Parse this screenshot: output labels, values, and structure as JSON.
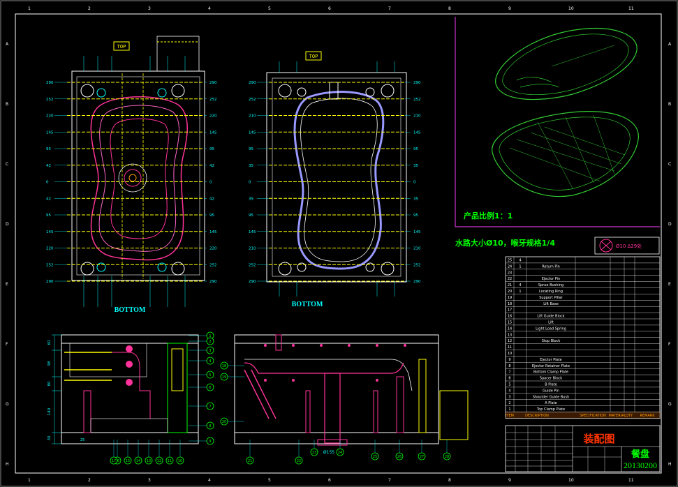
{
  "colors": {
    "background": "#000000",
    "frame": "#ffffff",
    "water": "#ffff00",
    "dim": "#00ffff",
    "cavity": "#ff3399",
    "core": "#00ff00",
    "part3d": "#33cc33",
    "note": "#00ff00",
    "magenta": "#cc33cc",
    "title_red": "#ff3300",
    "drawing_no": "#00ff00"
  },
  "border": {
    "top_cols": [
      "1",
      "2",
      "3",
      "4",
      "5",
      "6",
      "7",
      "8",
      "9",
      "10",
      "11"
    ],
    "rows": [
      "A",
      "B",
      "C",
      "D",
      "E",
      "F",
      "G",
      "H"
    ]
  },
  "top_view": {
    "top_label": "TOP",
    "bottom_label": "BOTTOM",
    "left_dims": [
      "290",
      "252",
      "220",
      "145",
      "95",
      "42",
      "0",
      "42",
      "95",
      "145",
      "220",
      "252",
      "290"
    ],
    "right_dims": [
      "290",
      "252",
      "220",
      "145",
      "95",
      "42",
      "0",
      "42",
      "95",
      "145",
      "220",
      "252",
      "290"
    ]
  },
  "core_view": {
    "top_label": "TOP",
    "bottom_label": "BOTTOM",
    "left_dims": [
      "290",
      "252",
      "210",
      "145",
      "95",
      "35",
      "0",
      "35",
      "95",
      "145",
      "210",
      "252",
      "290"
    ],
    "right_dims": [
      "290",
      "252",
      "210",
      "145",
      "95",
      "35",
      "0",
      "35",
      "95",
      "145",
      "210",
      "252",
      "290"
    ]
  },
  "section_left": {
    "dims": [
      "60",
      "98",
      "80",
      "140",
      "30",
      "25"
    ],
    "bubbles": [
      "1",
      "2",
      "3",
      "4",
      "5",
      "6",
      "7",
      "8",
      "9",
      "10",
      "11",
      "12",
      "13",
      "14",
      "15",
      "16",
      "17"
    ]
  },
  "section_right": {
    "bubbles": [
      "18",
      "19",
      "20",
      "21",
      "22",
      "23",
      "24",
      "25",
      "26",
      "27",
      "28"
    ],
    "dim_bottom": "Ø155"
  },
  "notes": {
    "scale": "产品比例1：1",
    "water": "水路大小Ø10，喉牙规格1/4",
    "symbol_text": "Ø10  ∆29处"
  },
  "bom": {
    "rows": [
      {
        "no": "25",
        "qty": "4",
        "name": ""
      },
      {
        "no": "24",
        "qty": "1",
        "name": "Return Pin"
      },
      {
        "no": "23",
        "qty": "",
        "name": ""
      },
      {
        "no": "22",
        "qty": "",
        "name": "Ejector Pin"
      },
      {
        "no": "21",
        "qty": "4",
        "name": "Sprue Bushing"
      },
      {
        "no": "20",
        "qty": "1",
        "name": "Locating Ring"
      },
      {
        "no": "19",
        "qty": "",
        "name": "Support Pillar"
      },
      {
        "no": "18",
        "qty": "",
        "name": "Lift Base"
      },
      {
        "no": "17",
        "qty": "",
        "name": ""
      },
      {
        "no": "16",
        "qty": "",
        "name": "Lift Guide Block"
      },
      {
        "no": "15",
        "qty": "",
        "name": "Lift"
      },
      {
        "no": "14",
        "qty": "",
        "name": "Light Load Spring"
      },
      {
        "no": "13",
        "qty": "",
        "name": ""
      },
      {
        "no": "12",
        "qty": "",
        "name": "Stop Block"
      },
      {
        "no": "11",
        "qty": "",
        "name": ""
      },
      {
        "no": "10",
        "qty": "",
        "name": ""
      },
      {
        "no": "9",
        "qty": "",
        "name": "Ejector Plate"
      },
      {
        "no": "8",
        "qty": "",
        "name": "Ejector Retainer Plate"
      },
      {
        "no": "7",
        "qty": "",
        "name": "Bottom Clamp Plate"
      },
      {
        "no": "6",
        "qty": "",
        "name": "Spacer Block"
      },
      {
        "no": "5",
        "qty": "",
        "name": "B Plate"
      },
      {
        "no": "4",
        "qty": "",
        "name": "Guide Pin"
      },
      {
        "no": "3",
        "qty": "",
        "name": "Shoulder Guide Bush"
      },
      {
        "no": "2",
        "qty": "",
        "name": "A Plate"
      },
      {
        "no": "1",
        "qty": "",
        "name": "Top Clamp Plate"
      }
    ],
    "header": [
      "ITEM",
      "DESCRIPTION",
      "SPECIFICATION",
      "MATERIAL",
      "QTY",
      "REMARK"
    ]
  },
  "title_block": {
    "title": "装配图",
    "product": "餐盘",
    "drawing_no": "20130200"
  }
}
